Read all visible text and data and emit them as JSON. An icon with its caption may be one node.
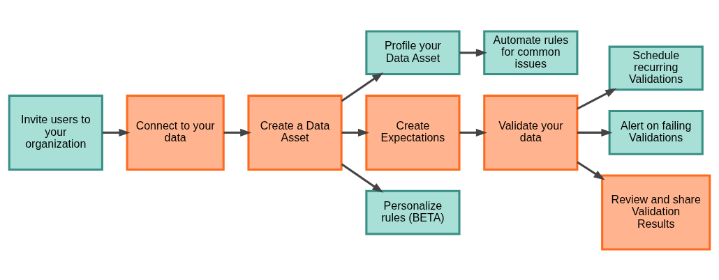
{
  "diagram": {
    "nodes": [
      {
        "text": [
          "Invite users to your organization"
        ]
      },
      {
        "text": [
          "Connect to your data"
        ]
      },
      {
        "text": [
          "Create a Data Asset"
        ]
      },
      {
        "text": [
          "Profile your Data Asset"
        ]
      },
      {
        "text": [
          "Automate rules for common issues"
        ]
      },
      {
        "text": [
          "Create Expectations"
        ]
      },
      {
        "text": [
          "Personalize rules (BETA)"
        ]
      },
      {
        "text": [
          "Validate your data"
        ]
      },
      {
        "text": [
          "Schedule recurring Validations"
        ]
      },
      {
        "text": [
          "Alert on failing Validations"
        ]
      },
      {
        "text": [
          "Review and share Validation Results"
        ]
      }
    ],
    "edges": [
      {
        "from": 0,
        "to": 1,
        "arrow": "to"
      },
      {
        "from": 1,
        "to": 2,
        "arrow": "to"
      },
      {
        "from": 2,
        "to": 3,
        "arrow": "to"
      },
      {
        "from": 3,
        "to": 4,
        "arrow": "to"
      },
      {
        "from": 2,
        "to": 5,
        "arrow": "to"
      },
      {
        "from": 2,
        "to": 6,
        "arrow": "to"
      },
      {
        "from": 5,
        "to": 7,
        "arrow": "to"
      },
      {
        "from": 7,
        "to": 8,
        "arrow": "to"
      },
      {
        "from": 7,
        "to": 9,
        "arrow": "to"
      },
      {
        "from": 7,
        "to": 10,
        "arrow": "to"
      }
    ]
  }
}
